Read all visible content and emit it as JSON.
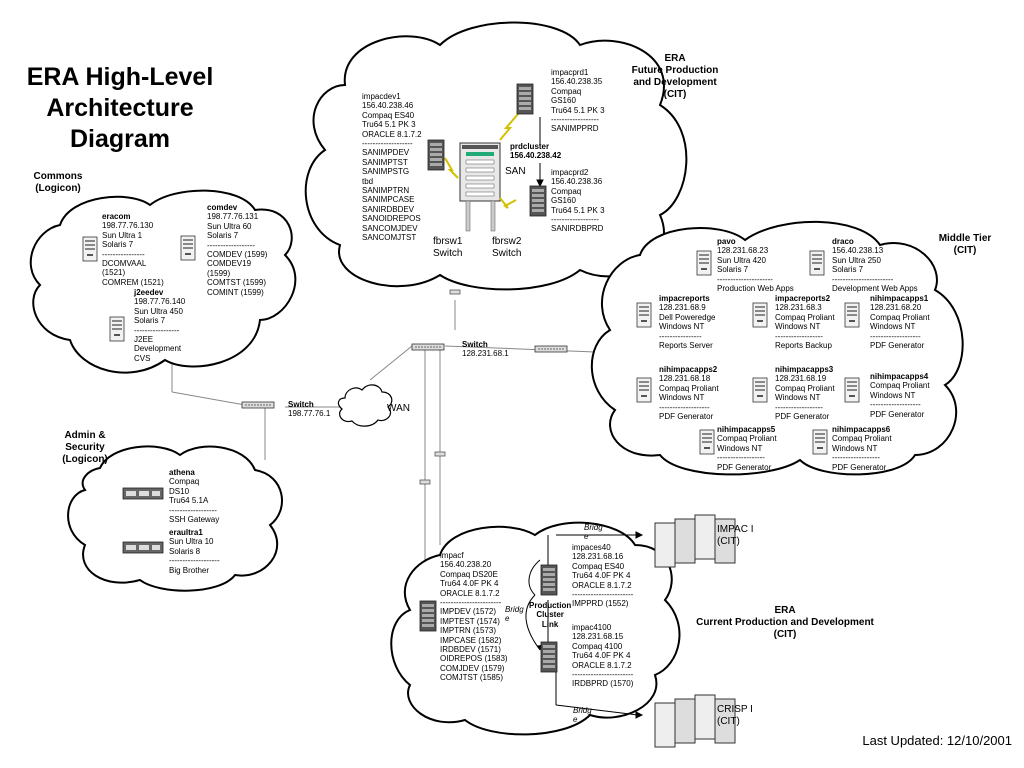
{
  "title": "ERA High-Level Architecture Diagram",
  "title_lines": [
    "ERA High-Level",
    "Architecture",
    "Diagram"
  ],
  "last_updated": "Last Updated: 12/10/2001",
  "regions": {
    "commons": [
      "Commons",
      "(Logicon)"
    ],
    "admin": [
      "Admin &",
      "Security",
      "(Logicon)"
    ],
    "future": [
      "ERA",
      "Future Production",
      "and Development",
      "(CIT)"
    ],
    "middle": [
      "Middle Tier",
      "(CIT)"
    ],
    "current": [
      "ERA",
      "Current Production and Development",
      "(CIT)"
    ]
  },
  "nodes": {
    "eracom": {
      "name": "eracom",
      "lines": "198.77.76.130\nSun Ultra 1\nSolaris 7\n----------------\nDCOMVAAL\n(1521)\nCOMREM (1521)"
    },
    "comdev": {
      "name": "comdev",
      "lines": "198.77.76.131\nSun Ultra 60\nSolaris 7\n------------------\nCOMDEV (1599)\nCOMDEV19\n(1599)\nCOMTST (1599)\nCOMINT (1599)"
    },
    "j2eedev": {
      "name": "j2eedev",
      "lines": "198.77.76.140\nSun Ultra 450\nSolaris 7\n-----------------\nJ2EE\nDevelopment\nCVS"
    },
    "athena": {
      "name": "athena",
      "lines": "Compaq\nDS10\nTru64 5.1A\n------------------\nSSH Gateway"
    },
    "eraultra1": {
      "name": "eraultra1",
      "lines": "Sun Ultra 10\nSolaris 8\n-------------------\nBig Brother"
    },
    "impacdev1": {
      "name": "impacdev1",
      "lines": "156.40.238.46\nCompaq ES40\nTru64 5.1 PK 3\nORACLE 8.1.7.2\n-------------------\nSANIMPDEV\nSANIMPTST\nSANIMPSTG\ntbd\nSANIMPTRN\nSANIMPCASE\nSANIRDBDEV\nSANOIDREPOS\nSANCOMJDEV\nSANCOMJTST"
    },
    "impacprd1": {
      "name": "impacprd1",
      "lines": "156.40.238.35\nCompaq\nGS160\nTru64 5.1 PK 3\n------------------\nSANIMPPRD"
    },
    "impacprd2": {
      "name": "impacprd2",
      "lines": "156.40.238.36\nCompaq\nGS160\nTru64 5.1 PK 3\n------------------\nSANIRDBPRD"
    },
    "prdcluster": {
      "name": "prdcluster",
      "ip": "156.40.238.42"
    },
    "san": "SAN",
    "fbrsw1": "fbrsw1\nSwitch",
    "fbrsw2": "fbrsw2\nSwitch",
    "pavo": {
      "name": "pavo",
      "lines": "128.231.68.23\nSun Ultra 420\nSolaris 7\n---------------------\nProduction Web Apps"
    },
    "draco": {
      "name": "draco",
      "lines": "156.40.238.13\nSun Ultra 250\nSolaris 7\n-----------------------\nDevelopment Web Apps"
    },
    "impacreports": {
      "name": "impacreports",
      "lines": "128.231.68.9\nDell Poweredge\nWindows NT\n----------------\nReports Server"
    },
    "impacreports2": {
      "name": "impacreports2",
      "lines": "128.231.68.3\nCompaq Proliant\nWindows NT\n------------------\nReports Backup"
    },
    "nihimpacapps1": {
      "name": "nihimpacapps1",
      "lines": "128.231.68.20\nCompaq Proliant\nWindows NT\n-------------------\nPDF Generator"
    },
    "nihimpacapps2": {
      "name": "nihimpacapps2",
      "lines": "128.231.68.18\nCompaq Proliant\nWindows NT\n-------------------\nPDF Generator"
    },
    "nihimpacapps3": {
      "name": "nihimpacapps3",
      "lines": "128.231.68.19\nCompaq Proliant\nWindows NT\n------------------\nPDF Generator"
    },
    "nihimpacapps4": {
      "name": "nihimpacapps4",
      "lines": "Compaq Proliant\nWindows NT\n-------------------\nPDF Generator"
    },
    "nihimpacapps5": {
      "name": "nihimpacapps5",
      "lines": "Compaq Proliant\nWindows NT\n------------------\nPDF Generator"
    },
    "nihimpacapps6": {
      "name": "nihimpacapps6",
      "lines": "Compaq Proliant\nWindows NT\n------------------\nPDF Generator"
    },
    "impacf": {
      "name": "impacf",
      "lines": "156.40.238.20\nCompaq DS20E\nTru64 4.0F PK 4\nORACLE 8.1.7.2\n-----------------------\nIMPDEV (1572)\nIMPTEST (1574)\nIMPTRN (1573)\nIMPCASE (1582)\nIRDBDEV (1571)\nOIDREPOS (1583)\nCOMJDEV (1579)\nCOMJTST (1585)"
    },
    "impaces40": {
      "name": "impaces40",
      "lines": "128.231.68.16\nCompaq ES40\nTru64 4.0F PK 4\nORACLE 8.1.7.2\n-----------------------\nIMPPRD (1552)"
    },
    "impac4100": {
      "name": "impac4100",
      "lines": "128.231.68.15\nCompaq 4100\nTru64 4.0F PK 4\nORACLE 8.1.7.2\n-----------------------\nIRDBPRD (1570)"
    },
    "cluster_link": "Production\nCluster\nLink",
    "bridge": "Bridg\ne",
    "impac1": "IMPAC I\n(CIT)",
    "crisp1": "CRISP I\n(CIT)",
    "switch1": {
      "name": "Switch",
      "ip": "198.77.76.1"
    },
    "switch2": {
      "name": "Switch",
      "ip": "128.231.68.1"
    },
    "wan": "WAN"
  }
}
